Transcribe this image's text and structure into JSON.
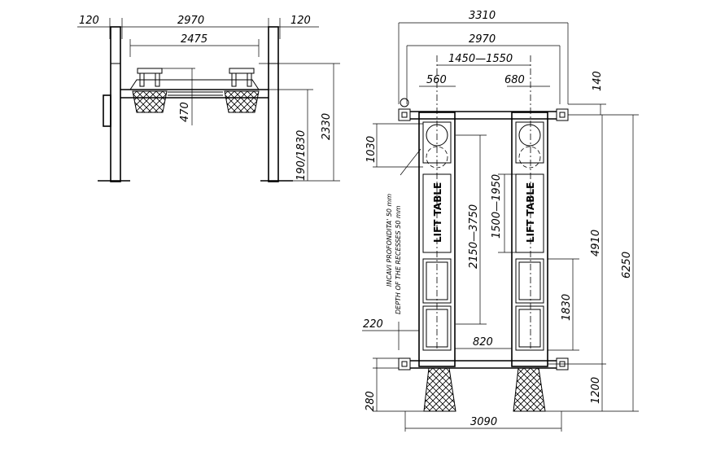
{
  "front_view": {
    "dims": {
      "left_offset": "120",
      "overall_width": "2970",
      "right_offset": "120",
      "inner_width": "2475",
      "pad_height": "470",
      "lift_height": "190/1830",
      "total_height": "2330"
    }
  },
  "plan_view": {
    "dims": {
      "outer_width": "3310",
      "column_width": "2970",
      "track_spacing": "1450—1550",
      "left_track_width": "560",
      "right_track_width": "680",
      "top_margin": "140",
      "front_recess": "1030",
      "table_travel_left": "2150—3750",
      "table_travel_right": "1500—1950",
      "post_span": "4910",
      "overall_length": "6250",
      "slip_plate": "1830",
      "inner_gap": "820",
      "side_offset": "220",
      "ramp_offset": "280",
      "ramp_length": "1200",
      "base_width": "3090"
    },
    "labels": {
      "left_table": "LIFT TABLE",
      "right_table": "LIFT TABLE"
    },
    "notes": {
      "recess_it": "INCAVI PROFONDITA' 50 mm",
      "recess_en": "DEPTH OF THE RECESSES 50 mm"
    }
  }
}
